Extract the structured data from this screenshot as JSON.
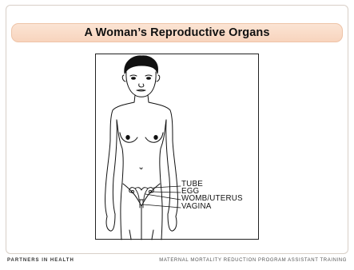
{
  "slide": {
    "title": "A Woman’s Reproductive Organs"
  },
  "illustration": {
    "labels": {
      "tube": "TUBE",
      "egg": "EGG",
      "womb": "WOMB/UTERUS",
      "vagina": "VAGINA"
    }
  },
  "footer": {
    "left": "PARTNERS IN HEALTH",
    "right": "MATERNAL MORTALITY REDUCTION PROGRAM ASSISTANT TRAINING"
  }
}
